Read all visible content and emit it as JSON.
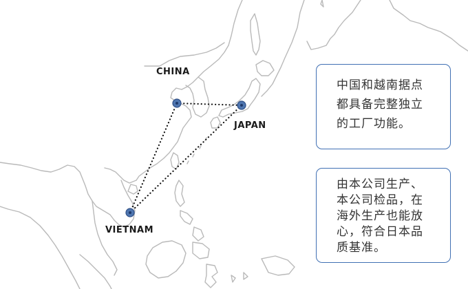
{
  "map": {
    "locations": [
      {
        "id": "china",
        "label": "CHINA"
      },
      {
        "id": "japan",
        "label": "JAPAN"
      },
      {
        "id": "vietnam",
        "label": "VIETNAM"
      }
    ],
    "route_color": "#111111",
    "pin_color": "#4f76b0",
    "coast_color": "#b9b9b9"
  },
  "info_boxes": [
    {
      "lines": [
        "中国和越南据点",
        "都具备完整独立",
        "的工厂功能。"
      ]
    },
    {
      "lines": [
        "由本公司生产、",
        "本公司检品，在",
        "海外生产也能放",
        "心，符合日本品",
        "质基准。"
      ]
    }
  ],
  "accent_color": "#3f6fb3"
}
